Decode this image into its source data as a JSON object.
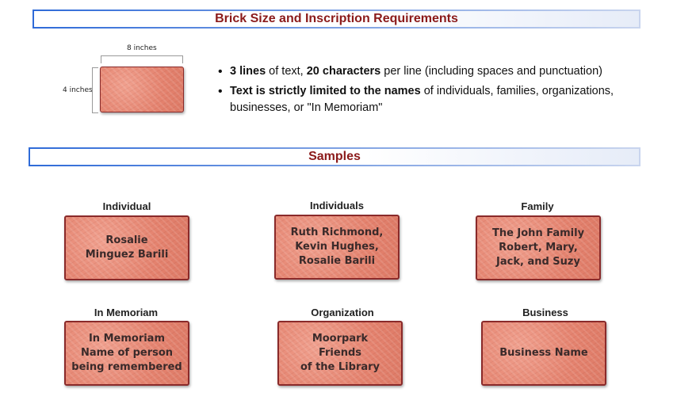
{
  "header": {
    "title": "Brick Size and Inscription Requirements"
  },
  "diagram": {
    "width_label": "8 inches",
    "height_label": "4 inches"
  },
  "requirements": [
    {
      "bold": "3 lines",
      "t1": " of text, ",
      "bold2": "20 characters",
      "t2": " per line (including spaces and punctuation)"
    },
    {
      "bold": "Text is strictly limited to the names",
      "t1": " of individuals, families, organizations, businesses, or \"In Memoriam\""
    }
  ],
  "samples_header": {
    "title": "Samples"
  },
  "samples": [
    {
      "label": "Individual",
      "lines": [
        "Rosalie",
        "Minguez Barili"
      ]
    },
    {
      "label": "Individuals",
      "lines": [
        "Ruth Richmond,",
        "Kevin Hughes,",
        "Rosalie Barili"
      ]
    },
    {
      "label": "Family",
      "lines": [
        "The John Family",
        "Robert,  Mary,",
        "Jack, and Suzy"
      ]
    },
    {
      "label": "In Memoriam",
      "lines": [
        "In Memoriam",
        "Name of person",
        "being remembered"
      ]
    },
    {
      "label": "Organization",
      "lines": [
        "Moorpark",
        "Friends",
        "of the Library"
      ]
    },
    {
      "label": "Business",
      "lines": [
        "Business Name"
      ]
    }
  ]
}
